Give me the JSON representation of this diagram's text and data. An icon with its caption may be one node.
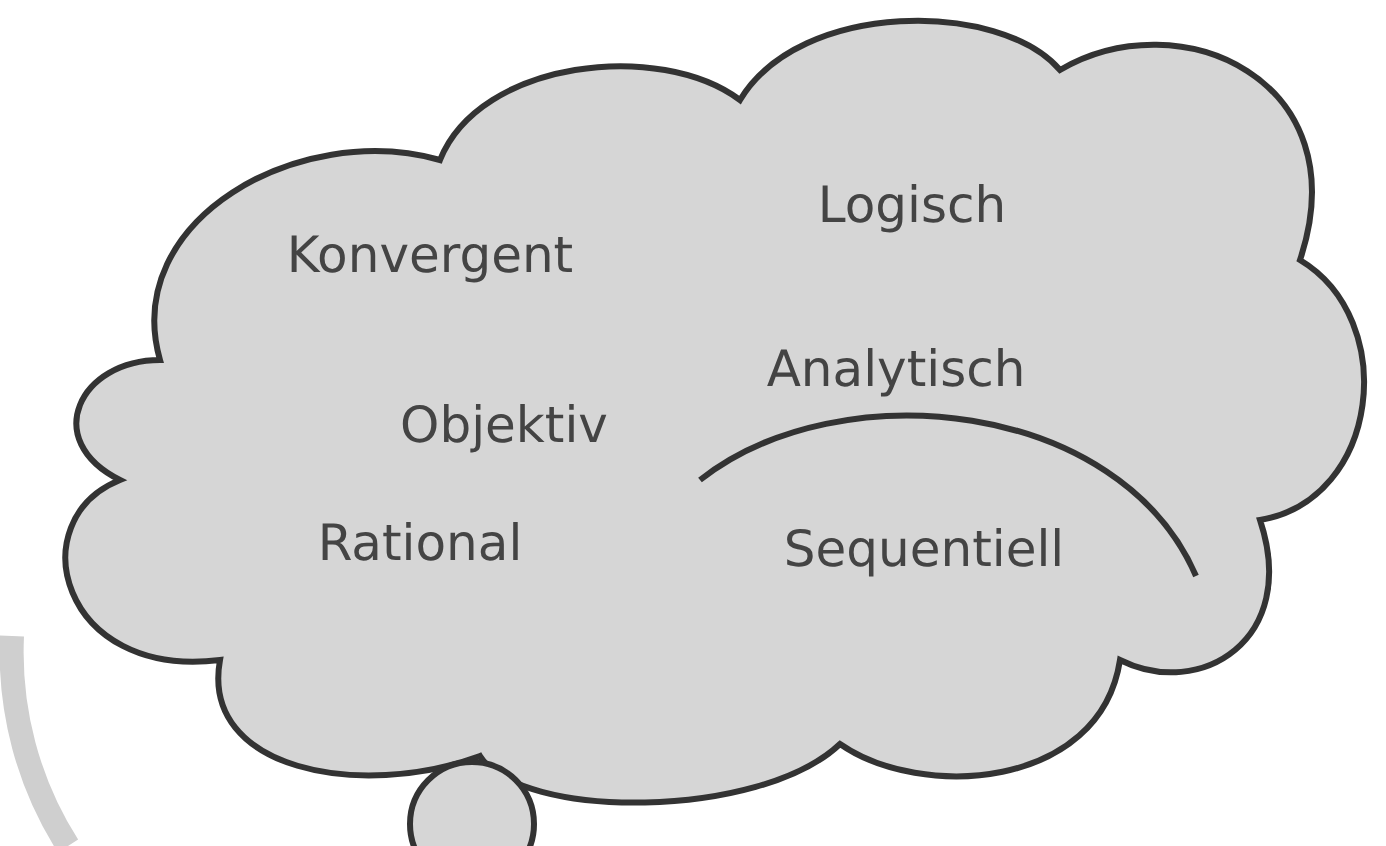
{
  "diagram": {
    "nodes": [
      {
        "text": [
          "Konvergent",
          "Logisch",
          "Analytisch",
          "Objektiv",
          "Rational",
          "Sequentiell"
        ]
      }
    ]
  }
}
